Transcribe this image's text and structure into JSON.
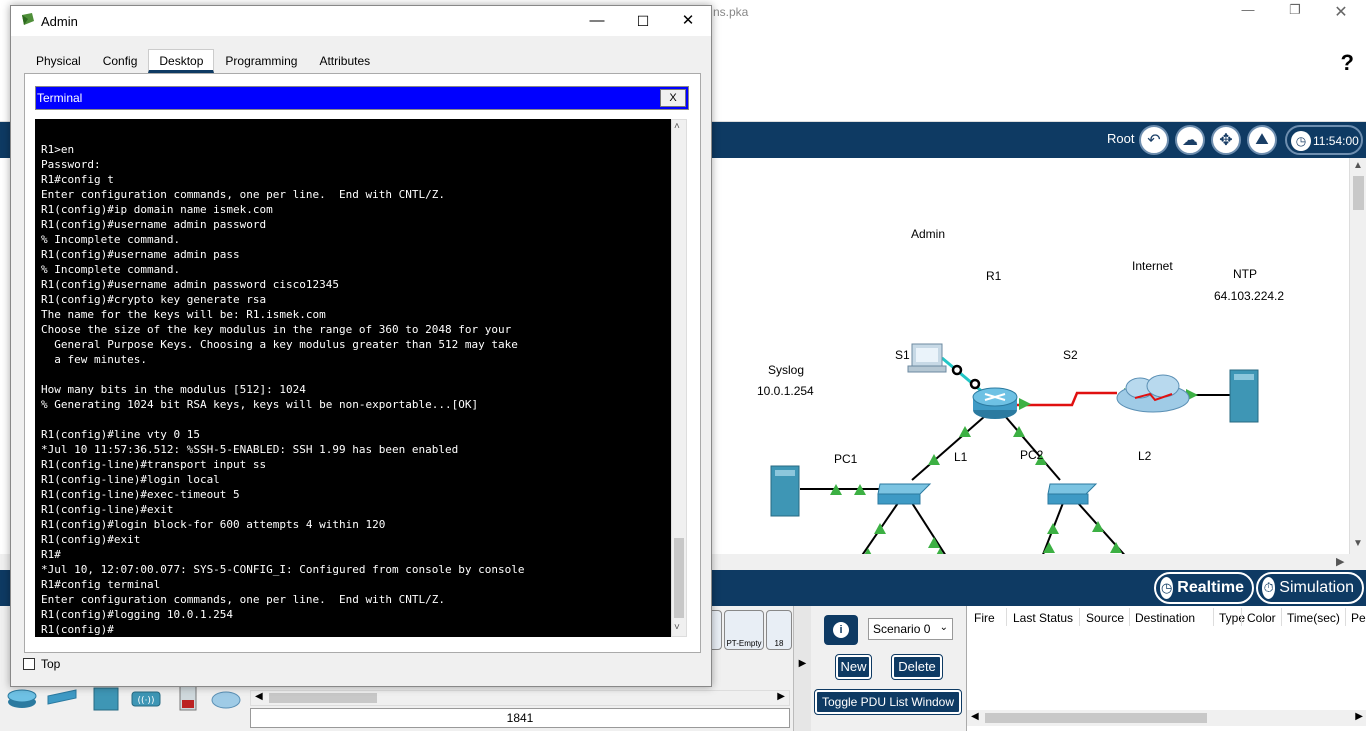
{
  "background_app": {
    "title_fragment": "ns.pka",
    "help_glyph": "?",
    "nav": {
      "root_label": "Root",
      "clock": "11:54:00"
    },
    "modes": {
      "realtime_label": "Realtime",
      "simulation_label": "Simulation"
    },
    "topology": {
      "devices": [
        {
          "id": "admin",
          "label": "Admin",
          "sub": ""
        },
        {
          "id": "r1",
          "label": "R1",
          "sub": ""
        },
        {
          "id": "internet",
          "label": "Internet",
          "sub": ""
        },
        {
          "id": "ntp",
          "label": "NTP",
          "sub": "64.103.224.2"
        },
        {
          "id": "syslog",
          "label": "Syslog",
          "sub": "10.0.1.254"
        },
        {
          "id": "s1",
          "label": "S1",
          "sub": ""
        },
        {
          "id": "s2",
          "label": "S2",
          "sub": ""
        },
        {
          "id": "pc1",
          "label": "PC1",
          "sub": ""
        },
        {
          "id": "l1",
          "label": "L1",
          "sub": ""
        },
        {
          "id": "pc2",
          "label": "PC2",
          "sub": ""
        },
        {
          "id": "l2",
          "label": "L2",
          "sub": ""
        }
      ]
    },
    "device_panel": {
      "model_label": "1841",
      "tiles": [
        {
          "label": ""
        },
        {
          "label": "PT-Empty"
        },
        {
          "label": "18"
        }
      ]
    },
    "scenario": {
      "info_glyph": "i",
      "selected": "Scenario 0",
      "new_label": "New",
      "delete_label": "Delete",
      "toggle_label": "Toggle PDU List Window"
    },
    "pdu_table": {
      "columns": [
        "Fire",
        "Last Status",
        "Source",
        "Destination",
        "Type",
        "Color",
        "Time(sec)",
        "Pe"
      ]
    }
  },
  "admin_window": {
    "title": "Admin",
    "tabs": [
      {
        "label": "Physical",
        "active": false
      },
      {
        "label": "Config",
        "active": false
      },
      {
        "label": "Desktop",
        "active": true
      },
      {
        "label": "Programming",
        "active": false
      },
      {
        "label": "Attributes",
        "active": false
      }
    ],
    "terminal": {
      "title": "Terminal",
      "close_label": "X",
      "lines": [
        "R1>en",
        "Password:",
        "R1#config t",
        "Enter configuration commands, one per line.  End with CNTL/Z.",
        "R1(config)#ip domain name ismek.com",
        "R1(config)#username admin password",
        "% Incomplete command.",
        "R1(config)#username admin pass",
        "% Incomplete command.",
        "R1(config)#username admin password cisco12345",
        "R1(config)#crypto key generate rsa",
        "The name for the keys will be: R1.ismek.com",
        "Choose the size of the key modulus in the range of 360 to 2048 for your",
        "  General Purpose Keys. Choosing a key modulus greater than 512 may take",
        "  a few minutes.",
        "",
        "How many bits in the modulus [512]: 1024",
        "% Generating 1024 bit RSA keys, keys will be non-exportable...[OK]",
        "",
        "R1(config)#line vty 0 15",
        "*Jul 10 11:57:36.512: %SSH-5-ENABLED: SSH 1.99 has been enabled",
        "R1(config-line)#transport input ss",
        "R1(config-line)#login local",
        "R1(config-line)#exec-timeout 5",
        "R1(config-line)#exit",
        "R1(config)#login block-for 600 attempts 4 within 120",
        "R1(config)#exit",
        "R1#",
        "*Jul 10, 12:07:00.077: SYS-5-CONFIG_I: Configured from console by console",
        "R1#config terminal",
        "Enter configuration commands, one per line.  End with CNTL/Z.",
        "R1(config)#logging 10.0.1.254",
        "R1(config)#"
      ]
    },
    "top_checkbox": {
      "label": "Top",
      "checked": false
    }
  },
  "colors": {
    "navy": "#0e3a63",
    "terminal_header": "#0000ff",
    "link_up": "#3cb043",
    "link_serial": "#e01010"
  }
}
